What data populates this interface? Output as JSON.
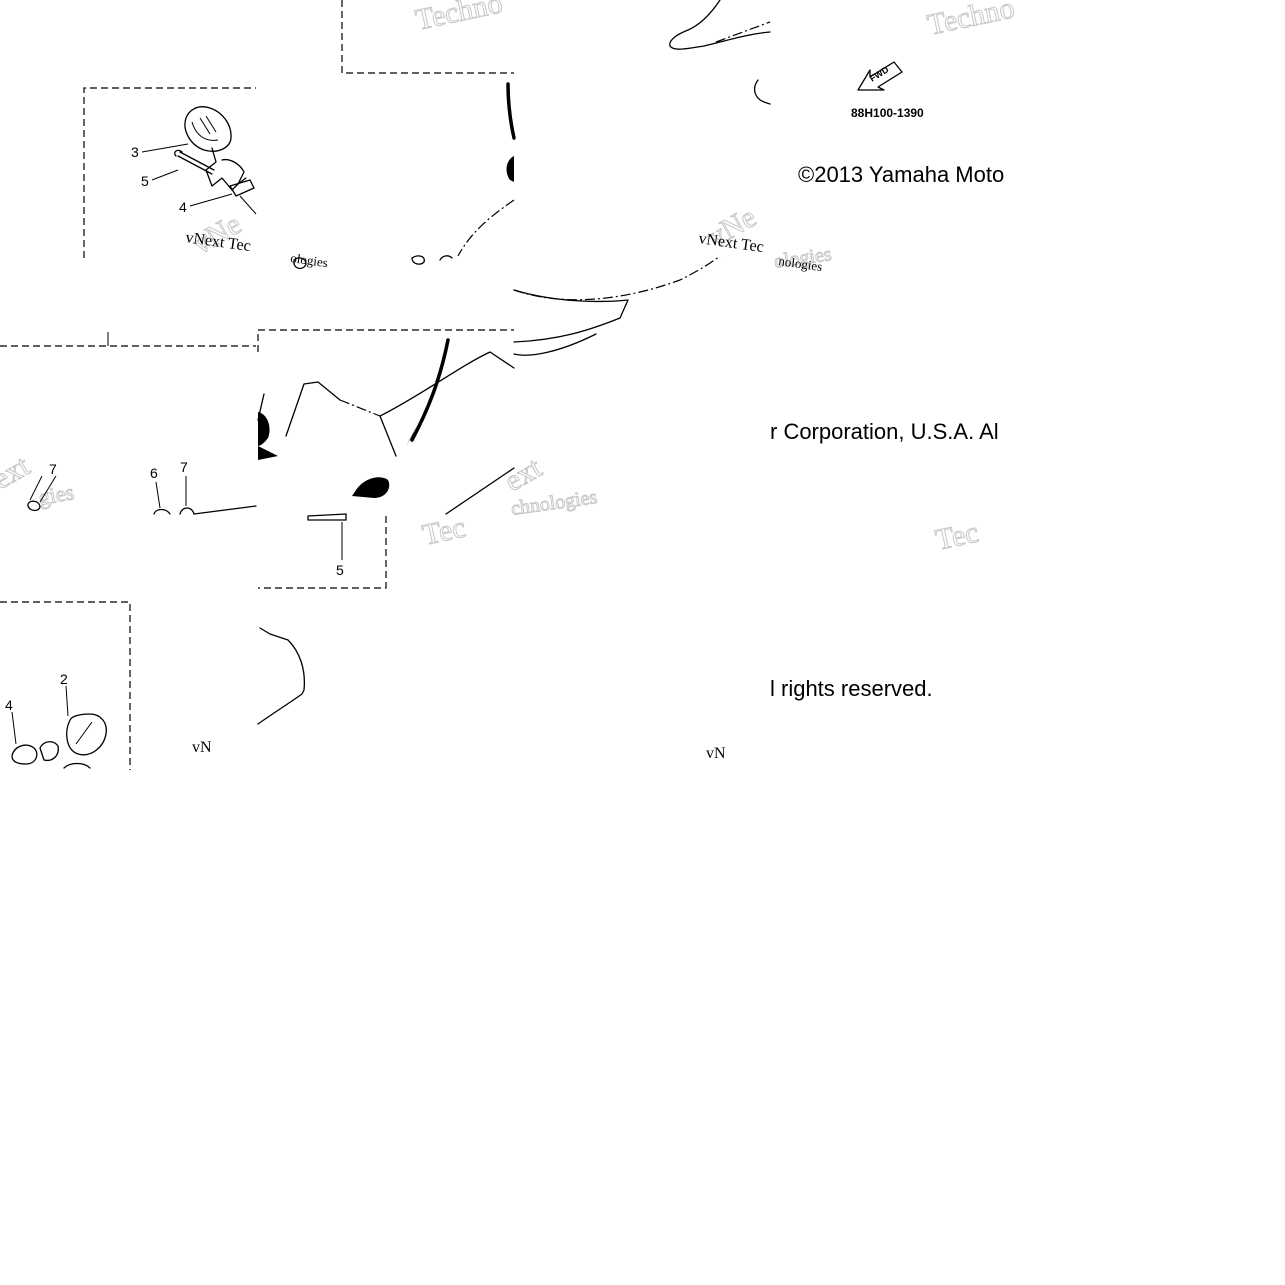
{
  "copyright": {
    "line1": "©2013 Yamaha Moto",
    "line2": "r Corporation, U.S.A. Al",
    "line3": "l rights reserved."
  },
  "reference_code": "88H100-1390",
  "fwd_label": "FWD",
  "callouts": {
    "c3a": "3",
    "c5a": "5",
    "c4a": "4",
    "c7a": "7",
    "c6b": "6",
    "c7b": "7",
    "c5b": "5",
    "c4c": "4",
    "c2c": "2"
  },
  "watermark": {
    "vnext_tec": "vNext Tec",
    "technologies": "Technologies",
    "tiles": [
      "Techno",
      "Techno",
      "Tec",
      "Tec",
      "vNe",
      "vNe",
      "ext",
      "ext",
      "chnologies",
      "ologies",
      "vN",
      "vN",
      "ologies",
      "nologies",
      "gies"
    ]
  }
}
